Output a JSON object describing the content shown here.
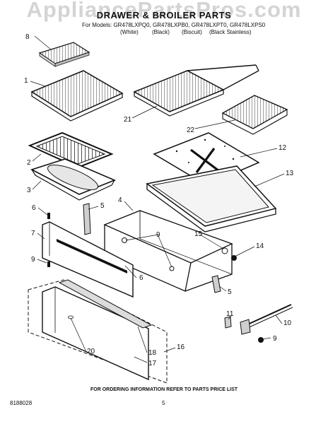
{
  "watermark": "AppliancePartsPros.com",
  "title": "DRAWER & BROILER PARTS",
  "models_line": "For Models: GR478LXPQ0, GR478LXPB0, GR478LXPT0, GR478LXPS0",
  "finishes": [
    "(White)",
    "(Black)",
    "(Biscuit)",
    "(Black Stainless)"
  ],
  "footer": {
    "note": "FOR ORDERING INFORMATION REFER TO PARTS PRICE LIST",
    "doc_number": "8188028",
    "page_number": "5"
  },
  "callouts": [
    "8",
    "1",
    "21",
    "22",
    "12",
    "13",
    "2",
    "3",
    "4",
    "5",
    "6",
    "7",
    "9",
    "15",
    "14",
    "9",
    "6",
    "5",
    "11",
    "10",
    "9",
    "16",
    "20",
    "18",
    "17"
  ]
}
